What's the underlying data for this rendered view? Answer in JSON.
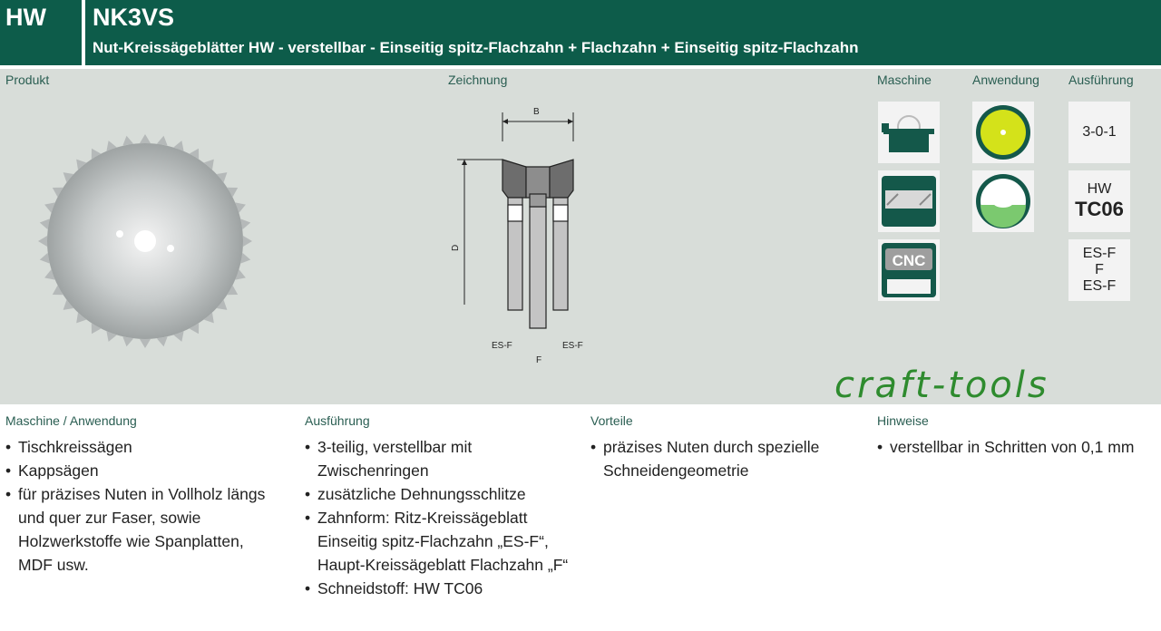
{
  "header": {
    "tag": "HW",
    "title": "NK3VS",
    "subtitle": "Nut-Kreissägeblätter HW - verstellbar - Einseitig spitz-Flachzahn + Flachzahn + Einseitig spitz-Flachzahn"
  },
  "panel": {
    "produkt_label": "Produkt",
    "zeichnung_label": "Zeichnung",
    "maschine_label": "Maschine",
    "anwendung_label": "Anwendung",
    "ausfuehrung_label": "Ausführung",
    "drawing": {
      "dim_b": "B",
      "dim_d": "D",
      "left_label": "ES-F",
      "right_label": "ES-F",
      "center_label": "F"
    },
    "machine_icons": [
      "table-saw-icon",
      "panel-saw-icon",
      "cnc-icon"
    ],
    "cnc_text": "CNC",
    "application_icons": [
      "full-cut-blade-icon",
      "groove-blade-icon"
    ],
    "ausfuehrung": {
      "set": "3-0-1",
      "material_small": "HW",
      "material_big": "TC06",
      "teeth": [
        "ES-F",
        "F",
        "ES-F"
      ]
    },
    "logo": "craft-tools"
  },
  "columns": [
    {
      "heading": "Maschine / Anwendung",
      "items": [
        "Tischkreissägen",
        "Kappsägen",
        "für präzises Nuten in Vollholz längs und quer zur Faser, sowie Holzwerkstoffe wie Spanplatten, MDF usw."
      ]
    },
    {
      "heading": "Ausführung",
      "items": [
        "3-teilig, verstellbar mit Zwischenringen",
        "zusätzliche Dehnungsschlitze",
        "Zahnform: Ritz-Kreissägeblatt Einseitig spitz-Flachzahn „ES-F“, Haupt-Kreissägeblatt Flachzahn „F“",
        "Schneidstoff: HW TC06"
      ]
    },
    {
      "heading": "Vorteile",
      "items": [
        "präzises Nuten durch spezielle Schneidengeometrie"
      ]
    },
    {
      "heading": "Hinweise",
      "items": [
        "verstellbar in Schritten von 0,1 mm"
      ]
    }
  ],
  "colors": {
    "brand_green": "#0d5c4a",
    "panel_bg": "#d8ddd9",
    "logo_green": "#2e8b2e",
    "blade_yellow": "#d4e21a",
    "groove_green": "#7bc96f"
  }
}
